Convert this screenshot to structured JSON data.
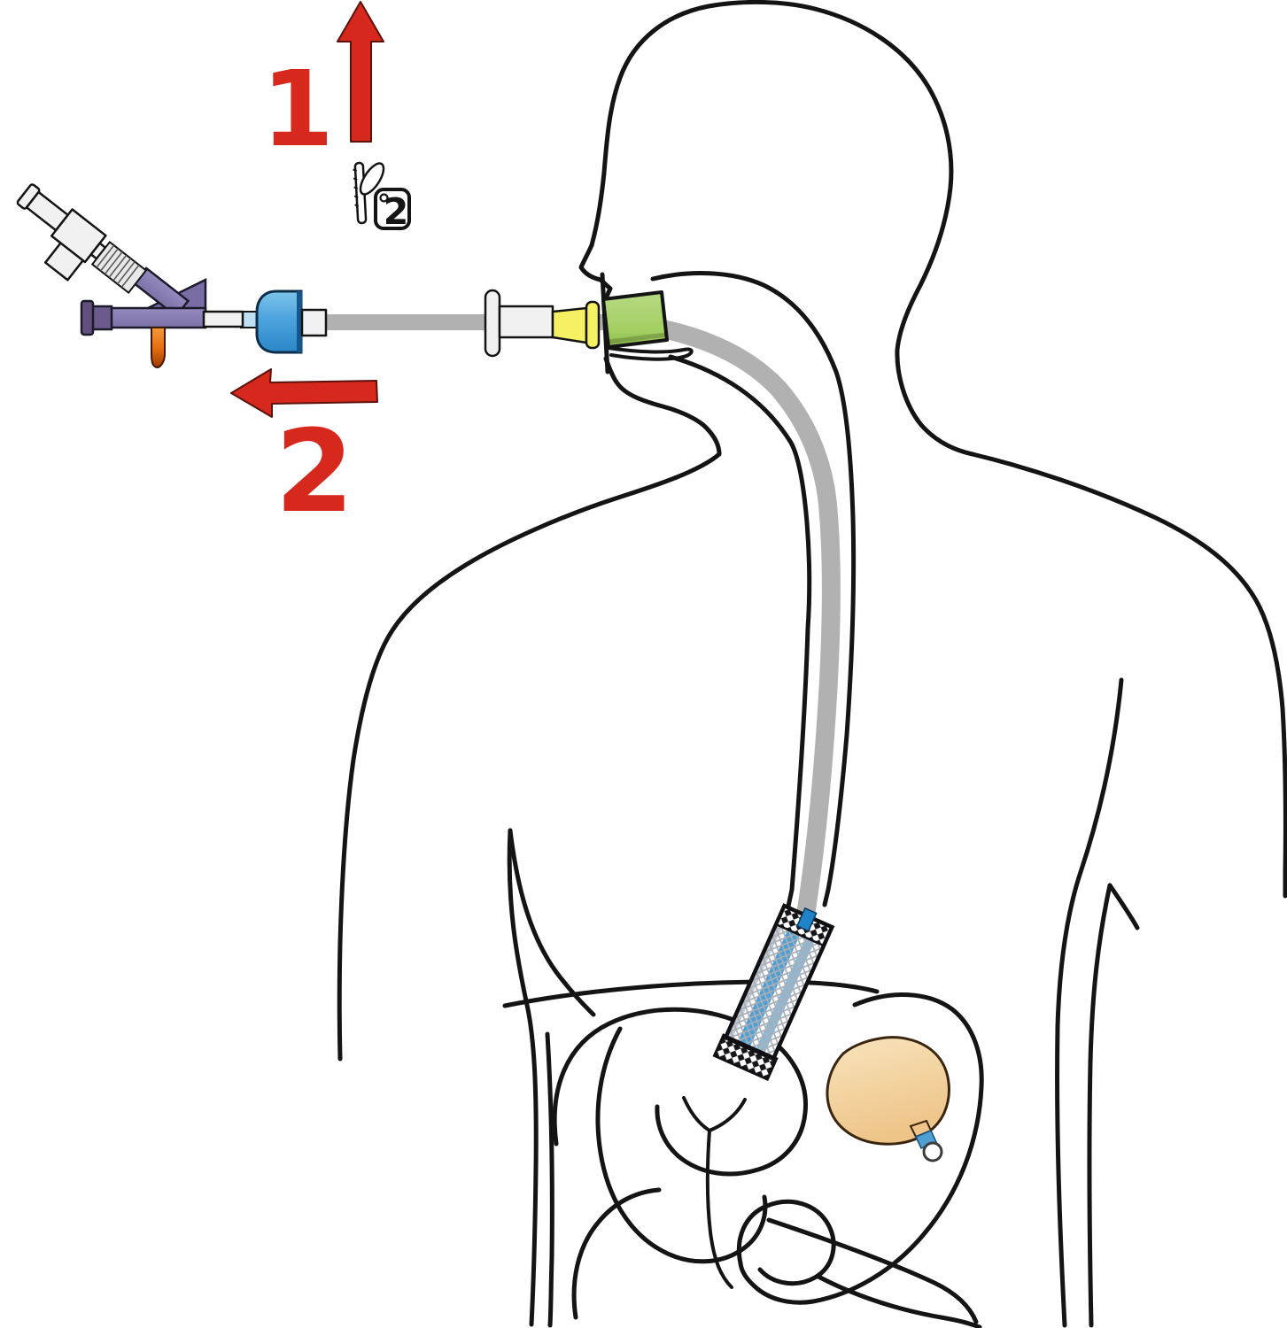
{
  "figure": {
    "type": "medical-instruction-diagram",
    "subject": "esophageal-stent-delivery-through-mouth-into-stomach",
    "steps": [
      {
        "id": 1,
        "label": "1",
        "direction": "up"
      },
      {
        "id": 2,
        "label": "2",
        "direction": "left"
      }
    ],
    "pin_tag": {
      "label": "2"
    },
    "colors": {
      "accent-red": "#d7281d",
      "outline": "#141414",
      "tube-gray": "#b1b1b1",
      "valve-blue": "#3f9ad8",
      "bite-block-green": "#a3cf62",
      "luer-yellow": "#f6f163",
      "hub-purple": "#8a7eb5",
      "cap-purple": "#63507e",
      "plug-orange": "#e96f10",
      "stent-stripe-blue": "#4f9fd4",
      "stomach-tan": "#f3d6a4",
      "mesh-gray": "#a7aeb6"
    },
    "icons": [
      "arrow-up-icon",
      "arrow-left-icon",
      "safety-pin-icon",
      "tag-icon"
    ]
  }
}
